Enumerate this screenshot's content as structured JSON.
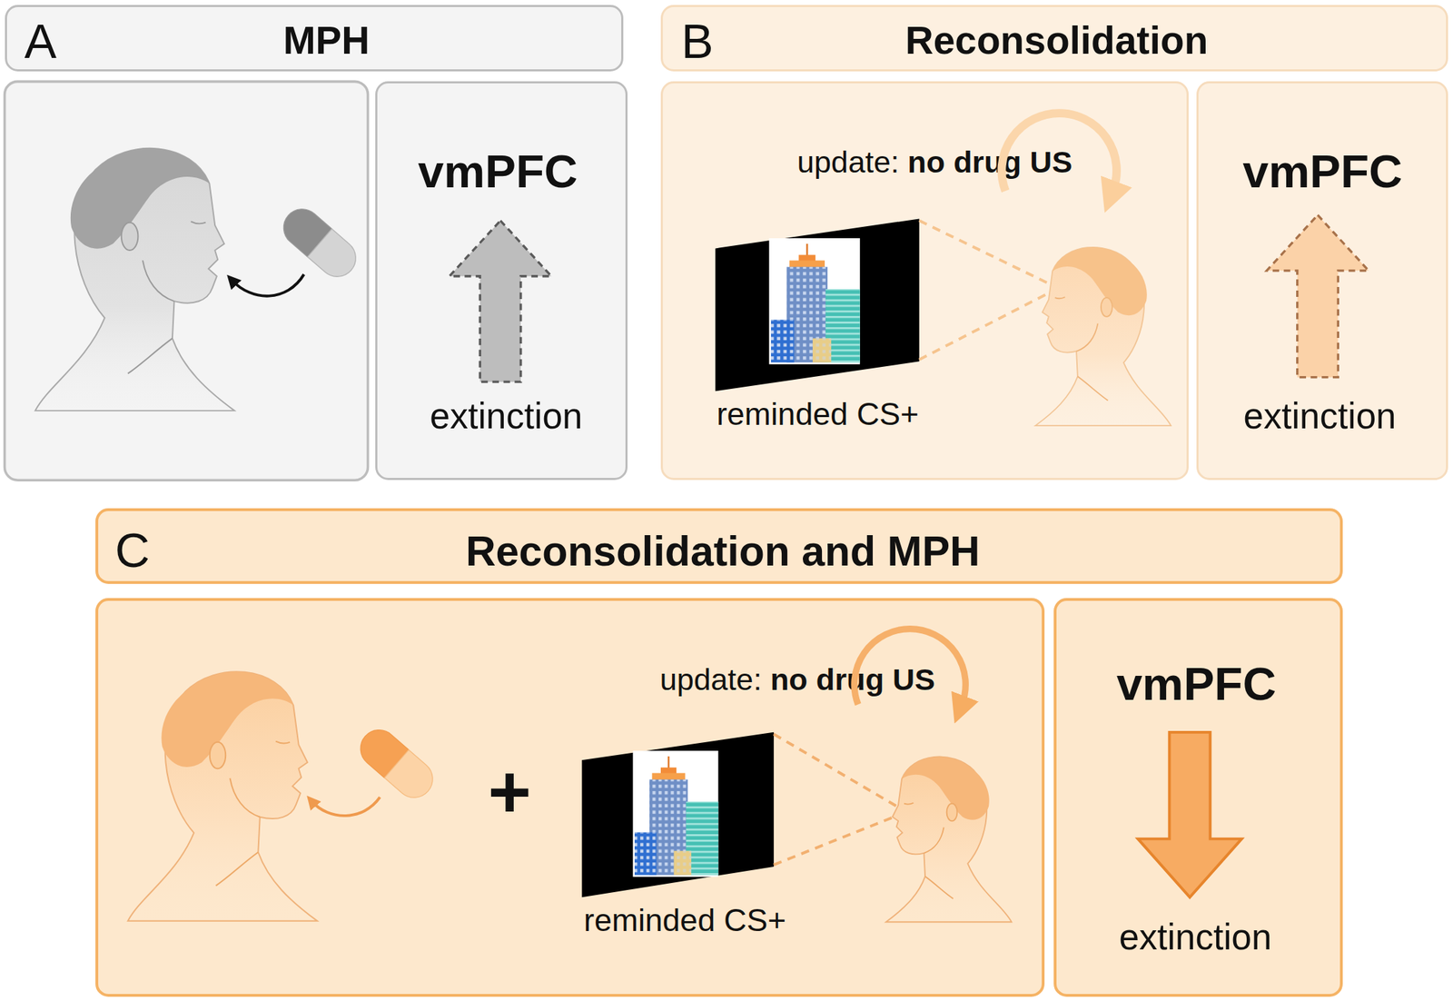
{
  "diagram": {
    "nodes": [
      {
        "text": [
          "A",
          "MPH"
        ]
      },
      {
        "text": [
          "vmPFC",
          "extinction"
        ]
      },
      {
        "text": [
          "B",
          "Reconsolidation"
        ]
      },
      {
        "text": [
          "update: no drug US",
          "reminded CS+"
        ]
      },
      {
        "text": [
          "vmPFC",
          "extinction"
        ]
      },
      {
        "text": [
          "C",
          "Reconsolidation and MPH"
        ]
      },
      {
        "text": [
          "+",
          "update: no drug US",
          "reminded CS+"
        ]
      },
      {
        "text": [
          "vmPFC",
          "extinction"
        ]
      }
    ]
  }
}
